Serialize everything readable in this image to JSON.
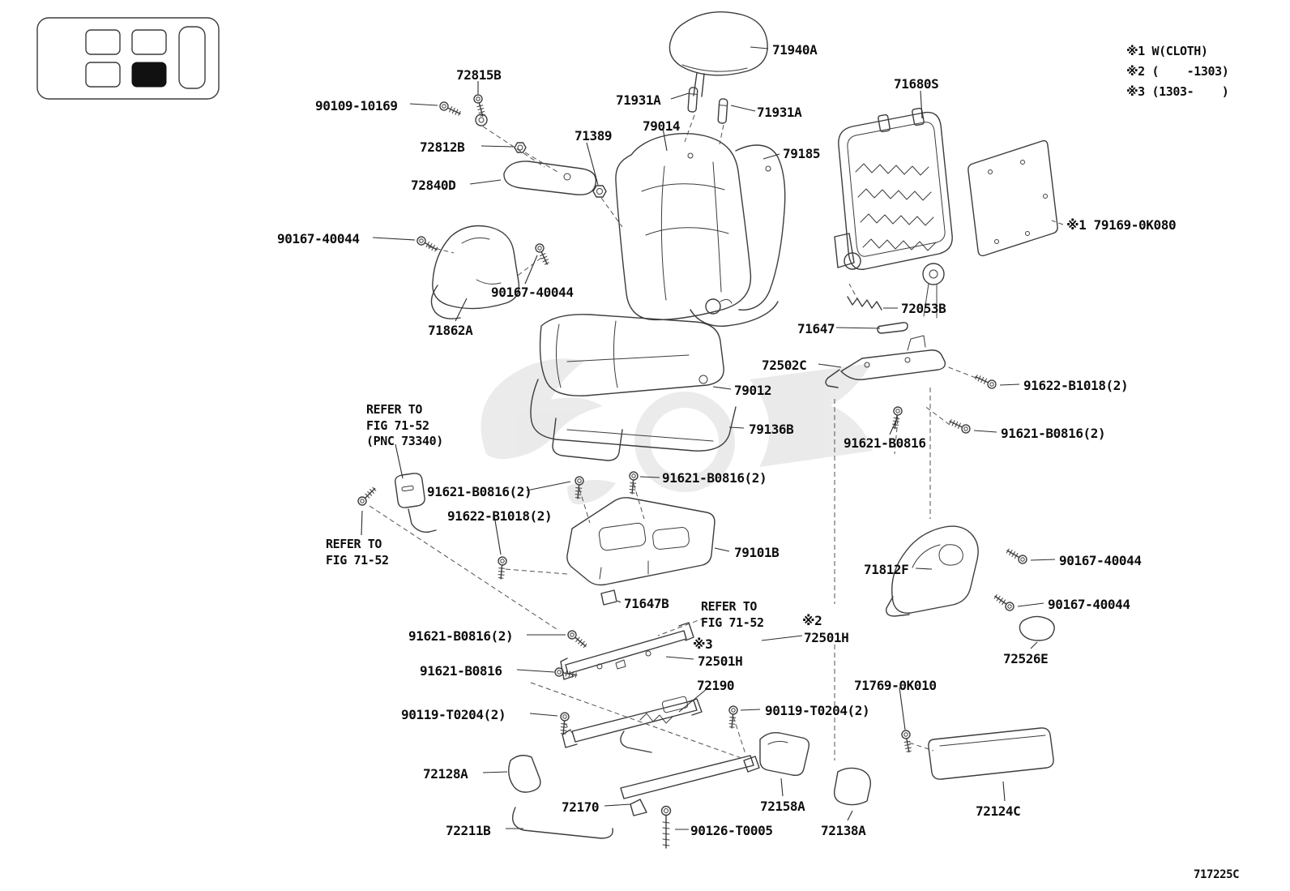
{
  "diagram": {
    "code": "717225C",
    "notes": {
      "mark1": "※1 W(CLOTH)",
      "mark2": "※2 (    -1303)",
      "mark3": "※3 (1303-    )"
    },
    "labels": [
      "71940A",
      "72815B",
      "90109-10169",
      "71931A",
      "71931A",
      "79014",
      "71680S",
      "72812B",
      "71389",
      "79185",
      "72840D",
      "90167-40044",
      "90167-40044",
      "71862A",
      "※1 79169-0K080",
      "72053B",
      "71647",
      "72502C",
      "79012",
      "91622-B1018(2)",
      "79136B",
      "91621-B0816",
      "91621-B0816(2)",
      "REFER TO\nFIG 71-52\n(PNC 73340)",
      "91621-B0816(2)",
      "91622-B1018(2)",
      "91621-B0816(2)",
      "79101B",
      "REFER TO\nFIG 71-52",
      "71647B",
      "REFER TO\nFIG 71-52",
      "※2",
      "72501H",
      "※3",
      "72501H",
      "91621-B0816(2)",
      "91621-B0816",
      "72190",
      "71812F",
      "90167-40044",
      "90167-40044",
      "72526E",
      "90119-T0204(2)",
      "90119-T0204(2)",
      "71769-0K010",
      "72128A",
      "72170",
      "72158A",
      "72138A",
      "72124C",
      "72211B",
      "90126-T0005"
    ]
  }
}
